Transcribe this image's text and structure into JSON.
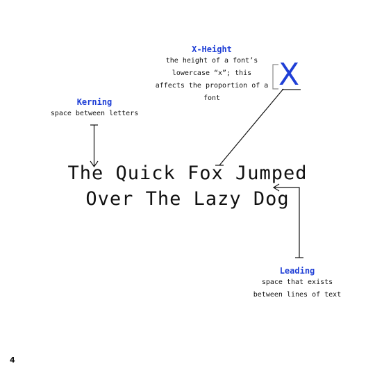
{
  "colors": {
    "accent": "#1f3fd6",
    "text": "#111111",
    "bracket": "#888888"
  },
  "xheight": {
    "title": "X-Height",
    "desc_lines": [
      "the height of a font’s",
      "lowercase “x”; this",
      "affects the proportion of a",
      "font"
    ],
    "glyph": "X"
  },
  "kerning": {
    "title": "Kerning",
    "desc_lines": [
      "space between letters"
    ]
  },
  "leading": {
    "title": "Leading",
    "desc_lines": [
      "space that exists",
      "between lines of text"
    ]
  },
  "specimen": {
    "lines": [
      "The Quick Fox Jumped",
      "Over The Lazy Dog"
    ]
  },
  "page_number": "4"
}
